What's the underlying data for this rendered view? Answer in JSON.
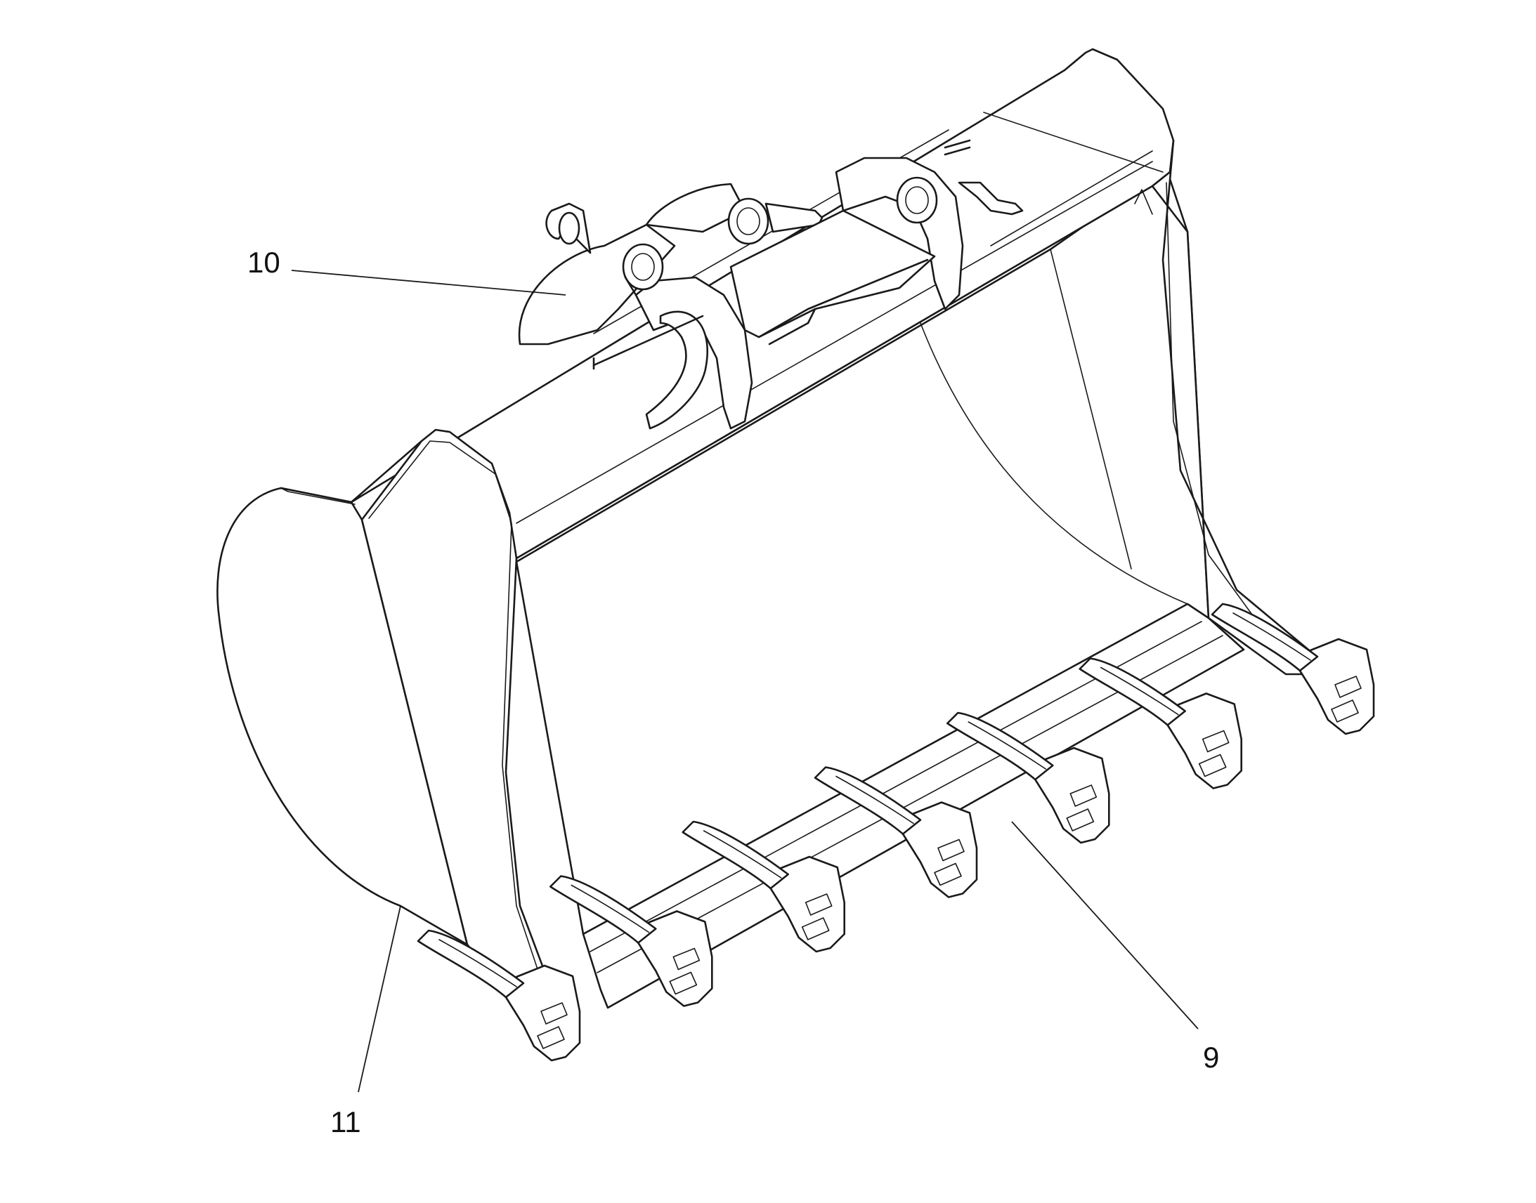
{
  "diagram": {
    "callouts": [
      {
        "id": "10",
        "label": "10"
      },
      {
        "id": "9",
        "label": "9"
      },
      {
        "id": "11",
        "label": "11"
      }
    ],
    "teeth_count": 7
  }
}
